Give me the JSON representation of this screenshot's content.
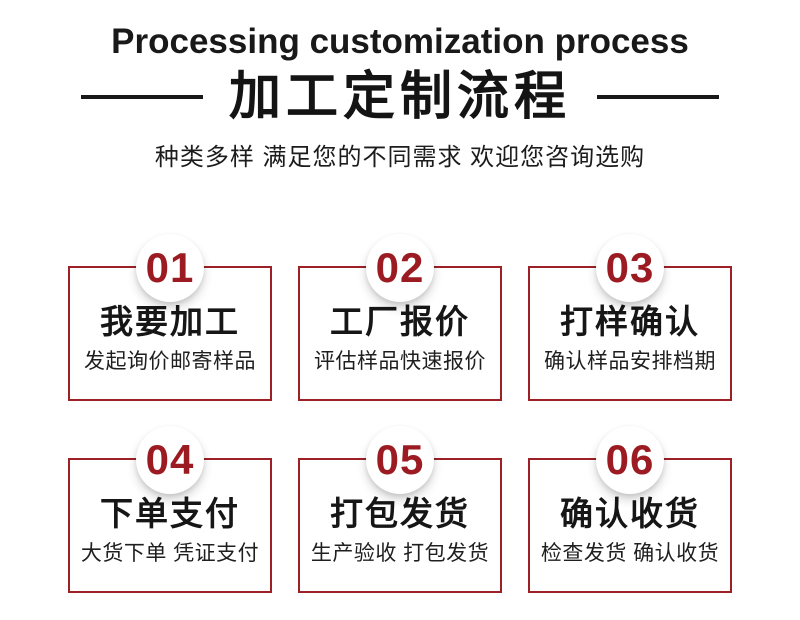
{
  "header": {
    "title_en": "Processing customization process",
    "title_cn": "加工定制流程",
    "subtitle": "种类多样 满足您的不同需求 欢迎您咨询选购"
  },
  "colors": {
    "accent_red": "#9c1b22",
    "card_border_red": "#9e2027",
    "text_black": "#191919"
  },
  "steps": [
    {
      "number": "01",
      "title": "我要加工",
      "desc": "发起询价邮寄样品"
    },
    {
      "number": "02",
      "title": "工厂报价",
      "desc": "评估样品快速报价"
    },
    {
      "number": "03",
      "title": "打样确认",
      "desc": "确认样品安排档期"
    },
    {
      "number": "04",
      "title": "下单支付",
      "desc": "大货下单 凭证支付"
    },
    {
      "number": "05",
      "title": "打包发货",
      "desc": "生产验收 打包发货"
    },
    {
      "number": "06",
      "title": "确认收货",
      "desc": "检查发货 确认收货"
    }
  ]
}
